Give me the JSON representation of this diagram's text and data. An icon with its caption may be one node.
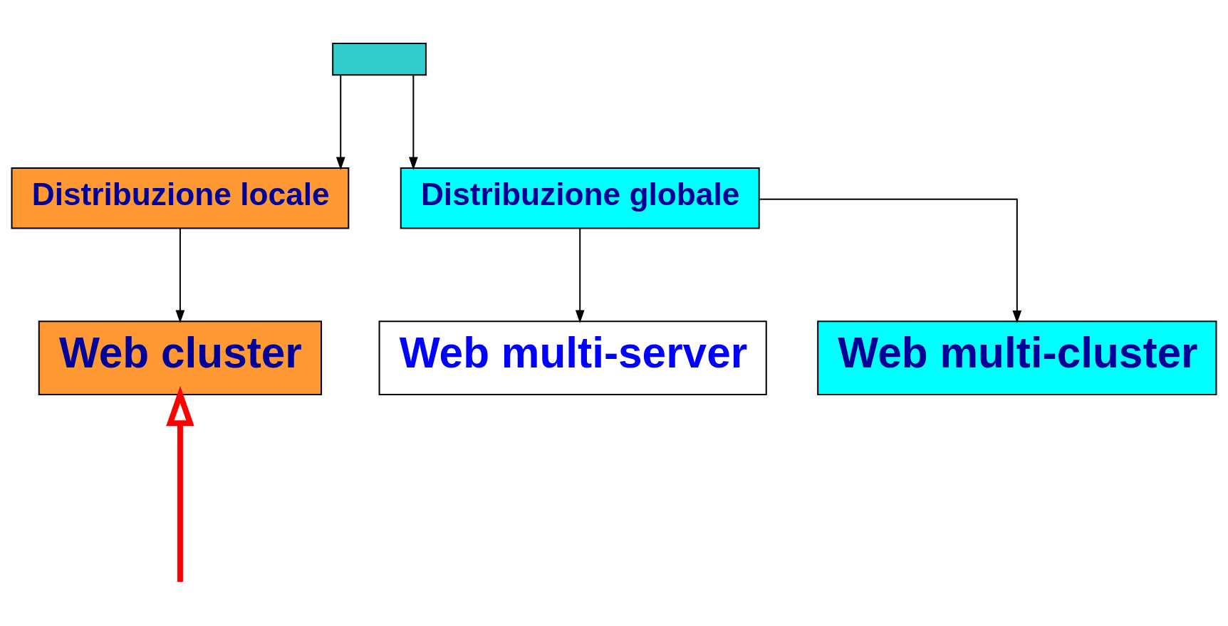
{
  "diagram": {
    "nodes": [
      {
        "text": [],
        "shape": "box"
      },
      {
        "text": [
          "Distribuzione locale"
        ]
      },
      {
        "text": [
          "Distribuzione globale"
        ]
      },
      {
        "text": [
          "Web cluster"
        ]
      },
      {
        "text": [
          "Web multi-server"
        ]
      },
      {
        "text": [
          "Web multi-cluster"
        ]
      }
    ],
    "edges": [
      {
        "from": 0,
        "to": 1,
        "arrow": "to"
      },
      {
        "from": 0,
        "to": 2,
        "arrow": "to"
      },
      {
        "from": 1,
        "to": 3,
        "arrow": "to"
      },
      {
        "from": 2,
        "to": 4,
        "arrow": "to"
      },
      {
        "from": 2,
        "to": 5,
        "arrow": "to"
      },
      {
        "from": null,
        "to": 3,
        "arrow": "to",
        "style": "thick",
        "color": "#ff0000"
      }
    ]
  }
}
